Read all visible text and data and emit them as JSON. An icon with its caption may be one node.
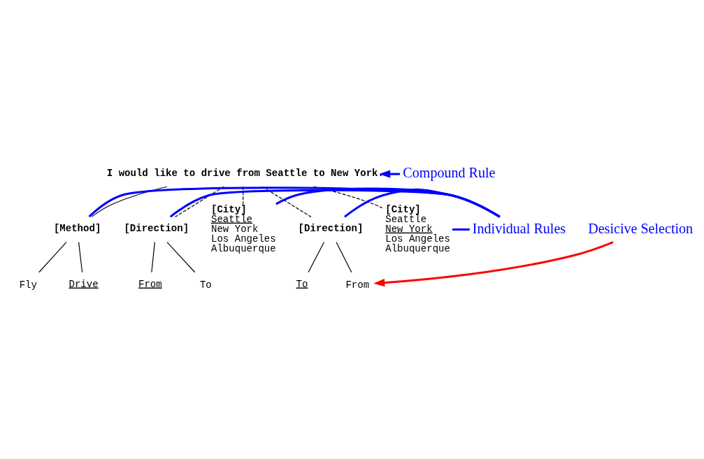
{
  "diagram": {
    "nodes": [
      {
        "text": [
          "I would like to drive from Seattle to New York."
        ]
      },
      {
        "text": [
          "[Method]"
        ]
      },
      {
        "text": [
          "Fly"
        ]
      },
      {
        "text": [
          "Drive"
        ]
      },
      {
        "text": [
          "[Direction]"
        ]
      },
      {
        "text": [
          "From"
        ]
      },
      {
        "text": [
          "To"
        ]
      },
      {
        "text": [
          "[City]",
          "Seattle",
          "New York",
          "Los Angeles",
          "Albuquerque"
        ]
      },
      {
        "text": [
          "[Direction]"
        ]
      },
      {
        "text": [
          "To"
        ]
      },
      {
        "text": [
          "From"
        ]
      },
      {
        "text": [
          "[City]",
          "Seattle",
          "New York",
          "Los Angeles",
          "Albuquerque"
        ]
      },
      {
        "text": [
          "Compound Rule"
        ]
      },
      {
        "text": [
          "Individual Rules"
        ]
      },
      {
        "text": [
          "Desicive Selection"
        ]
      }
    ],
    "edges": [
      {
        "from": 0,
        "to": 1,
        "arrow": "none"
      },
      {
        "from": 0,
        "to": 4,
        "arrow": "none",
        "style": "dashed"
      },
      {
        "from": 0,
        "to": 7,
        "arrow": "none",
        "style": "dashed"
      },
      {
        "from": 0,
        "to": 8,
        "arrow": "none",
        "style": "dashed"
      },
      {
        "from": 0,
        "to": 11,
        "arrow": "none",
        "style": "dashed"
      },
      {
        "from": 1,
        "to": 2,
        "arrow": "none"
      },
      {
        "from": 1,
        "to": 3,
        "arrow": "none"
      },
      {
        "from": 4,
        "to": 5,
        "arrow": "none"
      },
      {
        "from": 4,
        "to": 6,
        "arrow": "none"
      },
      {
        "from": 8,
        "to": 9,
        "arrow": "none"
      },
      {
        "from": 8,
        "to": 10,
        "arrow": "none"
      },
      {
        "from": 12,
        "to": 0,
        "arrow": "to",
        "style": "thick",
        "color": "#0000ff"
      },
      {
        "from": 13,
        "to": 1,
        "arrow": "none",
        "style": "thick",
        "color": "#0000ff"
      },
      {
        "from": 13,
        "to": 4,
        "arrow": "none",
        "style": "thick",
        "color": "#0000ff"
      },
      {
        "from": 13,
        "to": 7,
        "arrow": "none",
        "style": "thick",
        "color": "#0000ff"
      },
      {
        "from": 13,
        "to": 8,
        "arrow": "none",
        "style": "thick",
        "color": "#0000ff"
      },
      {
        "from": 13,
        "to": 11,
        "arrow": "none",
        "style": "thick",
        "color": "#0000ff"
      },
      {
        "from": 14,
        "to": 10,
        "arrow": "to",
        "style": "thick",
        "color": "#ff0000"
      }
    ]
  }
}
